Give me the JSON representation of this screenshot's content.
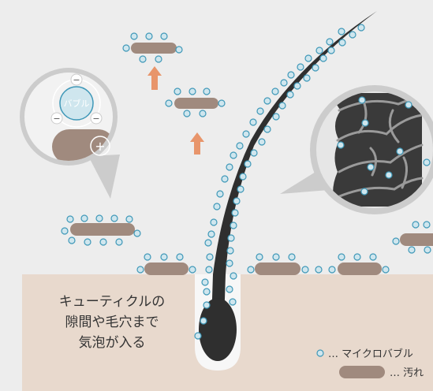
{
  "caption": {
    "line1": "キューティクルの",
    "line2": "隙間や毛穴まで",
    "line3": "気泡が入る"
  },
  "inset_left": {
    "bubble_label": "バブル",
    "minus_sign": "−",
    "plus_sign": "+"
  },
  "legend": {
    "microbubble_label": "… マイクロバブル",
    "dirt_label": "… 汚れ"
  },
  "colors": {
    "background": "#ededed",
    "skin": "#e8d9cd",
    "dirt": "#a08a7e",
    "bubble_fill": "#cfe6ee",
    "bubble_stroke": "#3f98b8",
    "hair": "#2f2f2f",
    "arrow": "#e8956b",
    "inset_ring": "#cccccc"
  },
  "icons": [
    "arrow-up-icon",
    "minus-icon",
    "plus-icon",
    "microbubble-icon",
    "dirt-particle-icon"
  ]
}
